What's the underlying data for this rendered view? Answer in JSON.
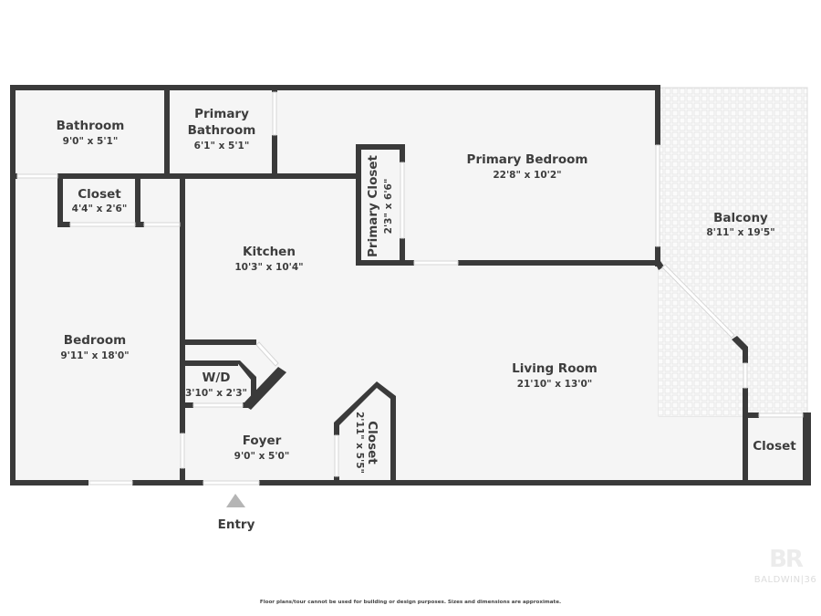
{
  "floor_plan": {
    "colors": {
      "wall": "#3a3a3a",
      "floor": "#f5f5f5",
      "balcony_tile": "#e6e6e6",
      "opening": "#ffffff",
      "entry_arrow": "#b5b5b5"
    },
    "rooms": {
      "bathroom": {
        "name": "Bathroom",
        "dims": "9'0\" x 5'1\""
      },
      "primary_bathroom": {
        "name_line1": "Primary",
        "name_line2": "Bathroom",
        "dims": "6'1\" x 5'1\""
      },
      "primary_bedroom": {
        "name": "Primary Bedroom",
        "dims": "22'8\" x 10'2\""
      },
      "primary_closet": {
        "name": "Primary Closet",
        "dims": "2'3\" x 6'6\""
      },
      "balcony": {
        "name": "Balcony",
        "dims": "8'11\" x 19'5\""
      },
      "closet_small": {
        "name": "Closet",
        "dims": "4'4\" x 2'6\""
      },
      "kitchen": {
        "name": "Kitchen",
        "dims": "10'3\" x 10'4\""
      },
      "bedroom": {
        "name": "Bedroom",
        "dims": "9'11\" x 18'0\""
      },
      "wd": {
        "name": "W/D",
        "dims": "3'10\" x 2'3\""
      },
      "foyer": {
        "name": "Foyer",
        "dims": "9'0\" x 5'0\""
      },
      "foyer_closet": {
        "name": "Closet",
        "dims": "2'11\" x 5'5\""
      },
      "living_room": {
        "name": "Living Room",
        "dims": "21'10\" x 13'0\""
      },
      "balcony_closet": {
        "name": "Closet"
      }
    },
    "entry_label": "Entry"
  },
  "footer": {
    "disclaimer": "Floor plans/tour cannot be used for building or design purposes. Sizes and dimensions are approximate."
  },
  "logo": {
    "mark": "BR",
    "text": "BALDWIN|36"
  }
}
